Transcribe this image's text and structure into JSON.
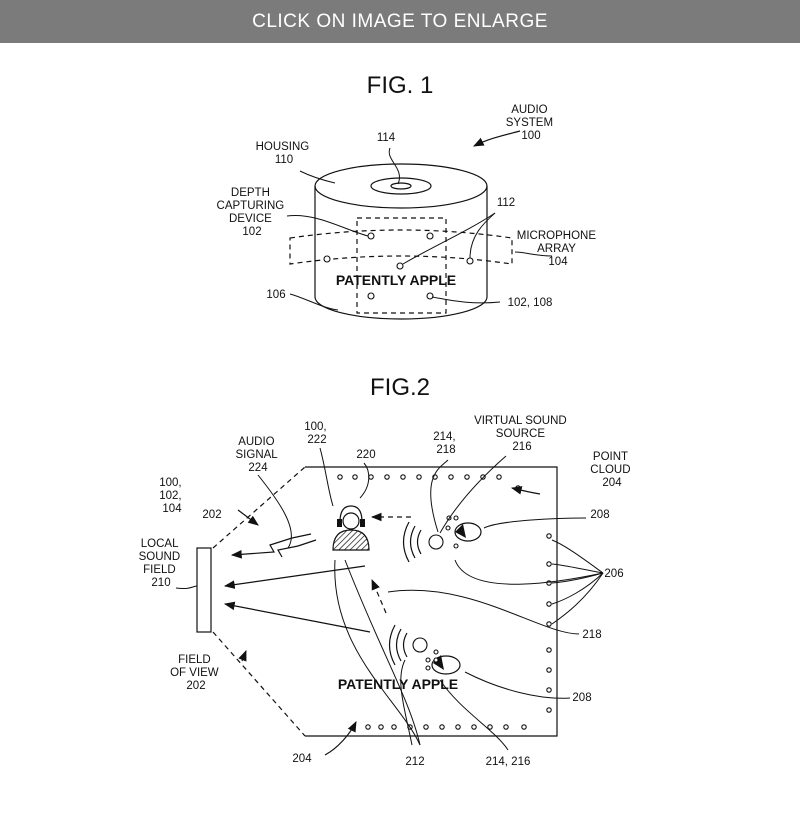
{
  "banner": {
    "text": "CLICK ON IMAGE TO ENLARGE"
  },
  "watermark": "PATENTLY APPLE",
  "fig1": {
    "title": "FIG. 1",
    "labels": {
      "audio_system": [
        "AUDIO",
        "SYSTEM",
        "100"
      ],
      "housing": [
        "HOUSING",
        "110"
      ],
      "top": "114",
      "depth": [
        "DEPTH",
        "CAPTURING",
        "DEVICE",
        "102"
      ],
      "mic_ref": "112",
      "mic_array": [
        "MICROPHONE",
        "ARRAY",
        "104"
      ],
      "bottom_left": "106",
      "bottom_right": "102, 108"
    }
  },
  "fig2": {
    "title": "FIG.2",
    "labels": {
      "device": [
        "100,",
        "102,",
        "104"
      ],
      "arrow_202": "202",
      "local_sound_field": [
        "LOCAL",
        "SOUND",
        "FIELD",
        "210"
      ],
      "field_of_view": [
        "FIELD",
        "OF VIEW",
        "202"
      ],
      "audio_signal": [
        "AUDIO",
        "SIGNAL",
        "224"
      ],
      "listener_ref": [
        "100,",
        "222"
      ],
      "listener_id": "220",
      "source_ref": [
        "214,",
        "218"
      ],
      "virtual_source": [
        "VIRTUAL SOUND",
        "SOURCE",
        "216"
      ],
      "point_cloud": [
        "POINT",
        "CLOUD",
        "204"
      ],
      "obj_top": "208",
      "points_206": "206",
      "line_218": "218",
      "obj_bottom": "208",
      "bottom_204": "204",
      "bottom_212": "212",
      "bottom_214_216": "214, 216"
    }
  }
}
